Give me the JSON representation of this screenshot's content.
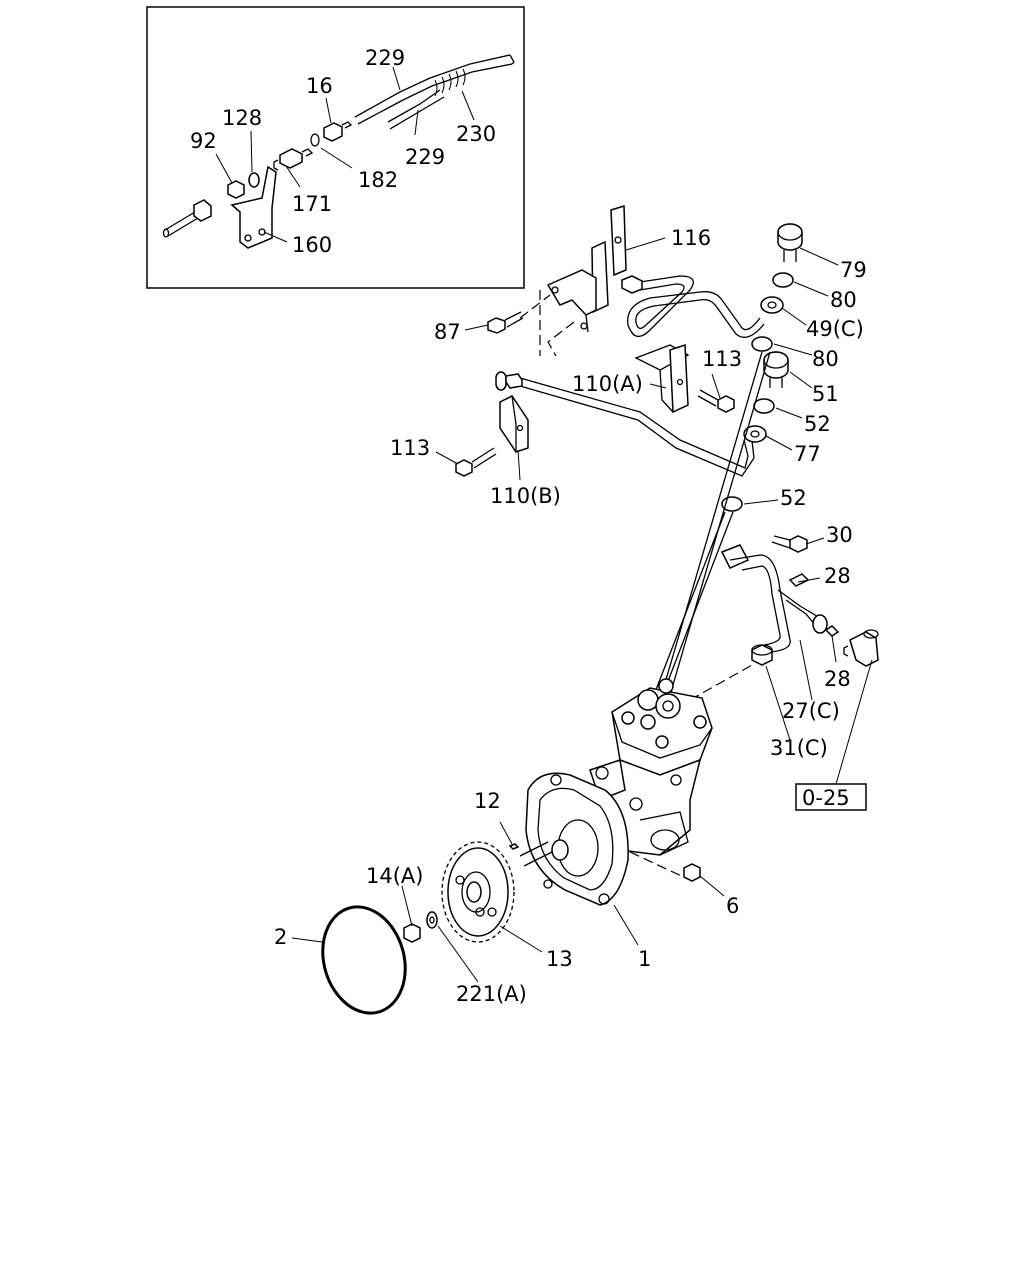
{
  "labels": {
    "l229a": "229",
    "l229b": "229",
    "l230": "230",
    "l16": "16",
    "l128": "128",
    "l92": "92",
    "l182": "182",
    "l171": "171",
    "l160": "160",
    "l116": "116",
    "l79": "79",
    "l80a": "80",
    "l49c": "49(C)",
    "l87": "87",
    "l80b": "80",
    "l113a": "113",
    "l110a": "110(A)",
    "l51": "51",
    "l52a": "52",
    "l113b": "113",
    "l77": "77",
    "l110b": "110(B)",
    "l52b": "52",
    "l30": "30",
    "l28a": "28",
    "l28b": "28",
    "l27c": "27(C)",
    "l31c": "31(C)",
    "l025": "0-25",
    "l12": "12",
    "l14a": "14(A)",
    "l6": "6",
    "l2": "2",
    "l13": "13",
    "l1": "1",
    "l221a": "221(A)"
  }
}
